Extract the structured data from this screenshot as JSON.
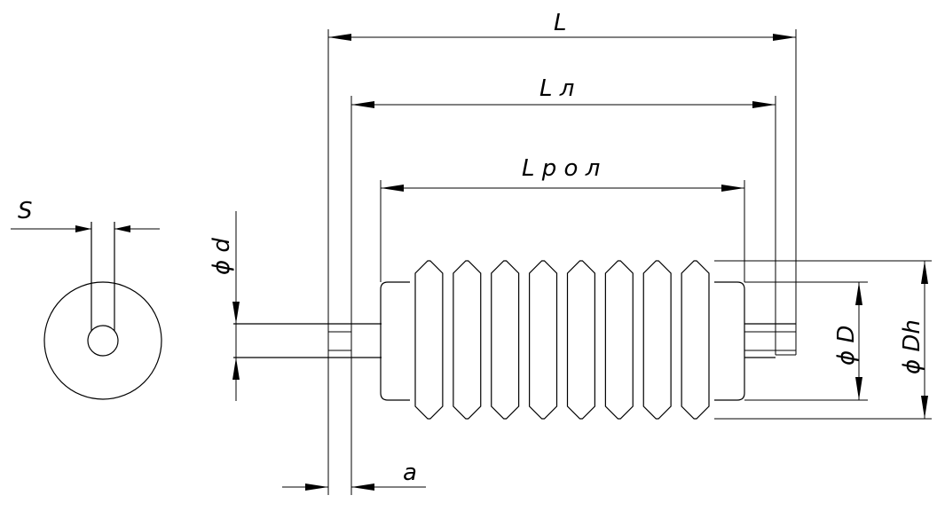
{
  "labels": {
    "L": "L",
    "Ln": "L л",
    "Lrol": "L р о л",
    "S": "S",
    "d": "ϕ d",
    "D": "ϕ D",
    "Dh": "ϕ Dh",
    "a": "a"
  }
}
